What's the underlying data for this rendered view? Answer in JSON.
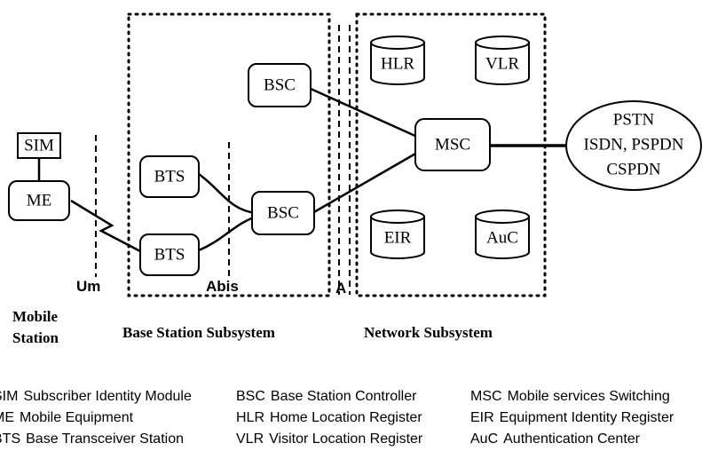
{
  "nodes": {
    "sim": "SIM",
    "me": "ME",
    "bts_top": "BTS",
    "bts_bottom": "BTS",
    "bsc_top": "BSC",
    "bsc_bottom": "BSC",
    "msc": "MSC",
    "hlr": "HLR",
    "vlr": "VLR",
    "eir": "EIR",
    "auc": "AuC",
    "pstn_line1": "PSTN",
    "pstn_line2": "ISDN, PSPDN",
    "pstn_line3": "CSPDN"
  },
  "interfaces": {
    "um": "Um",
    "abis": "Abis",
    "a": "A"
  },
  "subsystems": {
    "mobile_station_line1": "Mobile",
    "mobile_station_line2": "Station",
    "base_station_subsystem": "Base Station  Subsystem",
    "network_subsystem": "Network Subsystem"
  },
  "legend": {
    "rows": [
      [
        {
          "abbr": "SIM",
          "def": "Subscriber Identity Module"
        },
        {
          "abbr": "BSC",
          "def": "Base Station Controller"
        },
        {
          "abbr": "MSC",
          "def": "Mobile services Switching"
        }
      ],
      [
        {
          "abbr": "ME",
          "def": "Mobile Equipment"
        },
        {
          "abbr": "HLR",
          "def": "Home Location Register"
        },
        {
          "abbr": "EIR",
          "def": "Equipment Identity Register"
        }
      ],
      [
        {
          "abbr": "BTS",
          "def": "Base Transceiver Station"
        },
        {
          "abbr": "VLR",
          "def": "Visitor Location Register"
        },
        {
          "abbr": "AuC",
          "def": "Authentication Center"
        }
      ]
    ]
  }
}
